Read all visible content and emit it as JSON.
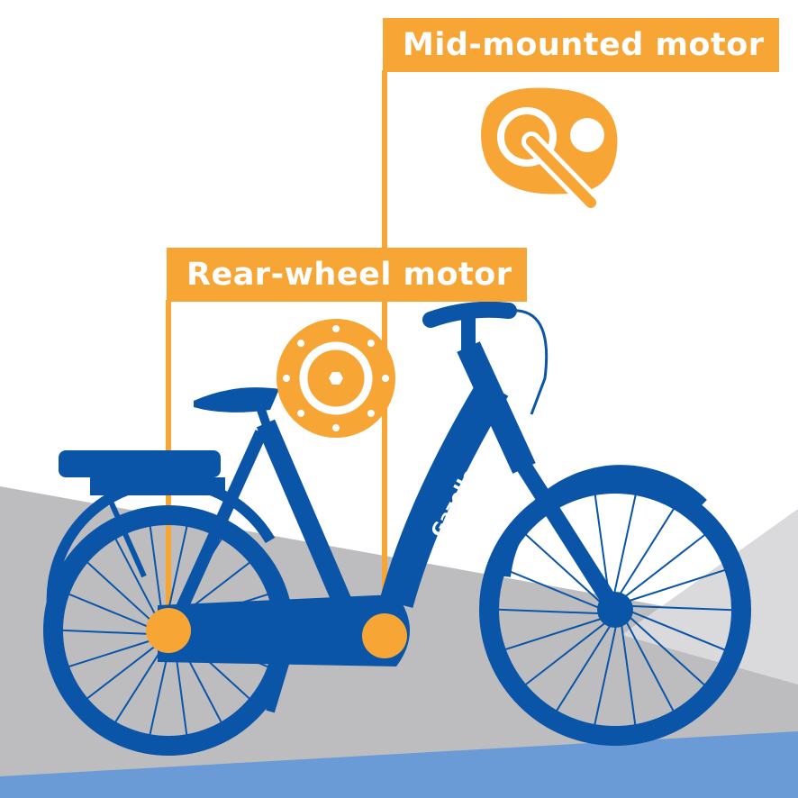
{
  "labels": {
    "mid_motor": "Mid-mounted motor",
    "rear_motor": "Rear-wheel motor"
  },
  "bike_brand": "Gazelle",
  "colors": {
    "accent": "#F7A535",
    "bike": "#0A55A8",
    "hill": "#BDBDC0",
    "hill_light": "#DADADC",
    "ground": "#6A9BD6"
  },
  "icons": {
    "mid_motor": "crank-motor-icon",
    "rear_motor": "hub-motor-icon"
  }
}
